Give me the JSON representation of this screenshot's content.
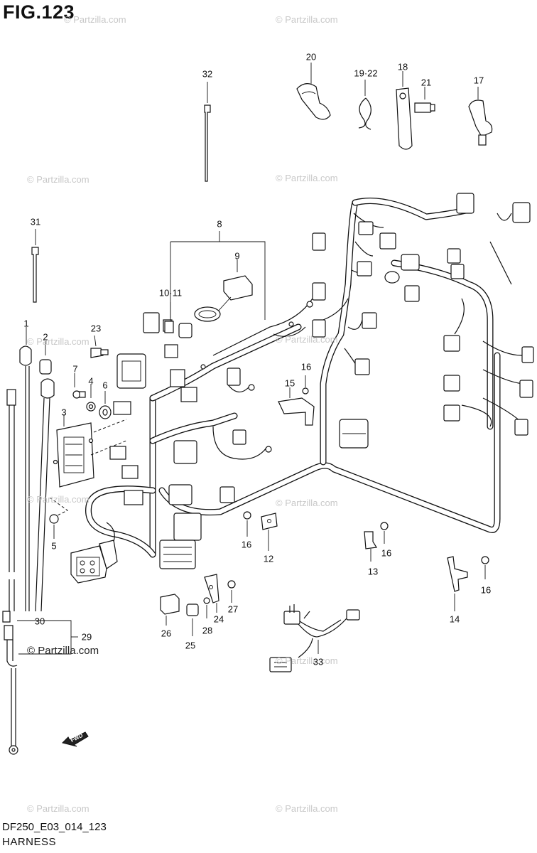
{
  "figure": {
    "title": "FIG.123",
    "footer_code": "DF250_E03_014_123",
    "footer_name": "HARNESS"
  },
  "watermark": {
    "text": "© Partzilla.com",
    "bold_text": "© Partzilla.com"
  },
  "fwd_arrow": {
    "label": "FWD"
  },
  "callouts": {
    "c1": "1",
    "c2": "2",
    "c3": "3",
    "c4": "4",
    "c5": "5",
    "c6": "6",
    "c7": "7",
    "c8": "8",
    "c9": "9",
    "c10_11": "10·11",
    "c12": "12",
    "c13": "13",
    "c14": "14",
    "c15": "15",
    "c16a": "16",
    "c16b": "16",
    "c16c": "16",
    "c16d": "16",
    "c17": "17",
    "c18": "18",
    "c19_22": "19·22",
    "c20": "20",
    "c21": "21",
    "c23": "23",
    "c24": "24",
    "c25": "25",
    "c26": "26",
    "c27": "27",
    "c28": "28",
    "c29": "29",
    "c30": "30",
    "c31": "31",
    "c32": "32",
    "c33": "33"
  }
}
